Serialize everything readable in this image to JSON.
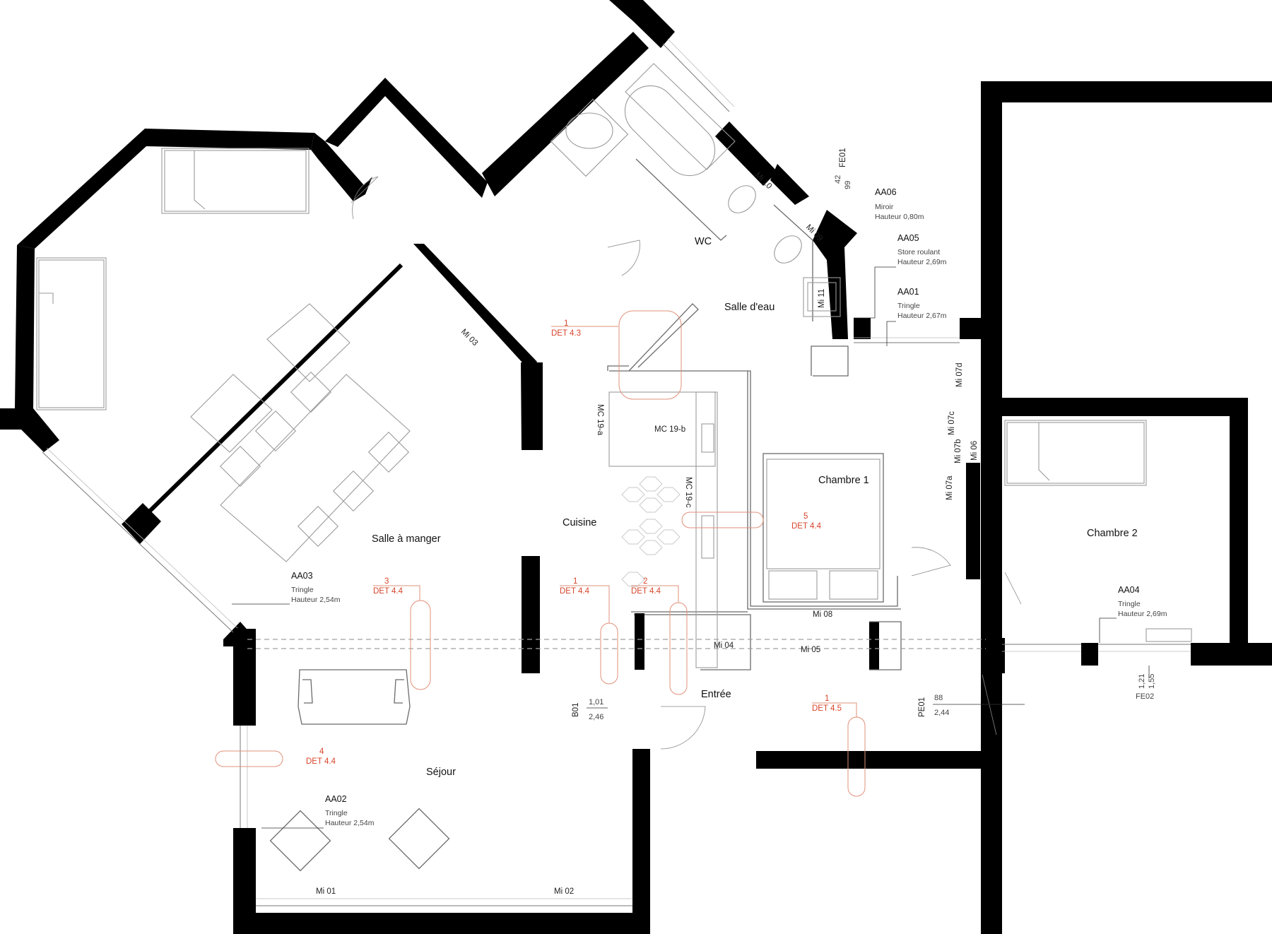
{
  "rooms": {
    "wc": "WC",
    "salle_eau": "Salle d'eau",
    "chambre1": "Chambre 1",
    "chambre2": "Chambre 2",
    "salle_manger": "Salle à manger",
    "cuisine": "Cuisine",
    "entree": "Entrée",
    "sejour": "Séjour"
  },
  "fittings": {
    "aa06": {
      "code": "AA06",
      "line1": "Miroir",
      "line2": "Hauteur 0,80m"
    },
    "aa05": {
      "code": "AA05",
      "line1": "Store roulant",
      "line2": "Hauteur 2,69m"
    },
    "aa01": {
      "code": "AA01",
      "line1": "Tringle",
      "line2": "Hauteur 2,67m"
    },
    "aa03": {
      "code": "AA03",
      "line1": "Tringle",
      "line2": "Hauteur 2,54m"
    },
    "aa02": {
      "code": "AA02",
      "line1": "Tringle",
      "line2": "Hauteur 2,54m"
    },
    "aa04": {
      "code": "AA04",
      "line1": "Tringle",
      "line2": "Hauteur 2,69m"
    }
  },
  "partitions": {
    "mi10": "Mi 10",
    "mi09": "Mi 09",
    "mi11": "Mi 11",
    "mi03": "Mi 03",
    "mi07d": "Mi 07d",
    "mi07c": "Mi 07c",
    "mi07b": "Mi 07b",
    "mi06": "Mi 06",
    "mi07a": "Mi 07a",
    "mi08": "Mi 08",
    "mi04": "Mi 04",
    "mi05": "Mi 05",
    "mi01": "Mi 01",
    "mi02": "Mi 02",
    "mc19a": "MC 19-a",
    "mc19b": "MC 19-b",
    "mc19c": "MC 19-c"
  },
  "details": {
    "d1_43": {
      "num": "1",
      "ref": "DET 4.3"
    },
    "d5_44": {
      "num": "5",
      "ref": "DET 4.4"
    },
    "d3_44": {
      "num": "3",
      "ref": "DET 4.4"
    },
    "d1_44": {
      "num": "1",
      "ref": "DET 4.4"
    },
    "d2_44": {
      "num": "2",
      "ref": "DET 4.4"
    },
    "d4_44": {
      "num": "4",
      "ref": "DET 4.4"
    },
    "d1_45": {
      "num": "1",
      "ref": "DET 4.5"
    }
  },
  "openings": {
    "fe01": {
      "code": "FE01",
      "w": "42",
      "h": "99"
    },
    "b01": {
      "code": "B01",
      "w": "1,01",
      "h": "2,46"
    },
    "pe01": {
      "code": "PE01",
      "w": "88",
      "h": "2,44"
    },
    "fe02": {
      "code": "FE02",
      "w": "1,21",
      "h": "1,55"
    }
  }
}
